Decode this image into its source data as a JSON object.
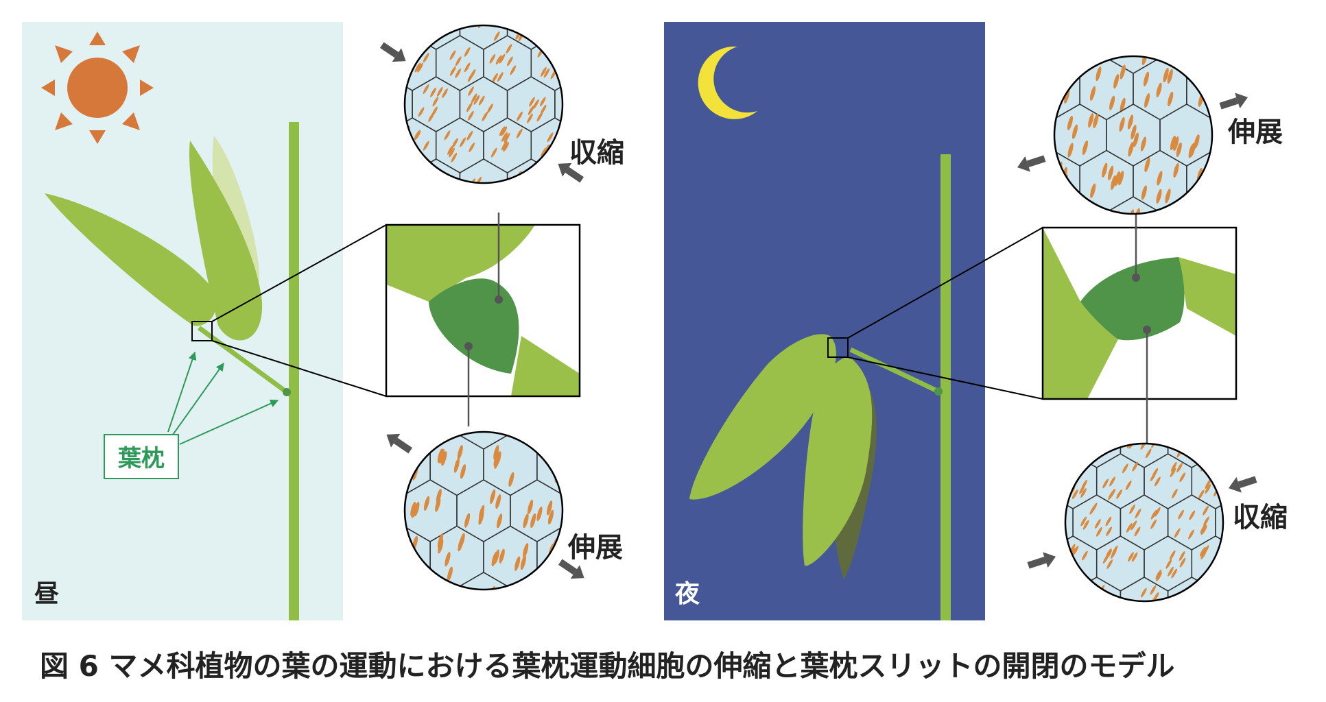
{
  "panels": {
    "day": {
      "label": "昼"
    },
    "night": {
      "label": "夜"
    }
  },
  "labels": {
    "pulvinus": "葉枕",
    "contraction": "収縮",
    "extension": "伸展"
  },
  "caption": "図 6  マメ科植物の葉の運動における葉枕運動細胞の伸縮と葉枕スリットの開閉のモデル",
  "icons": {
    "sun": "sun-icon",
    "moon": "crescent-moon-icon",
    "arrow": "arrow-icon"
  },
  "colors": {
    "day_bg": "#e2f1f2",
    "night_bg": "#455796",
    "sun": "#d6783a",
    "moon": "#f3e23a",
    "leaf": "#9ac04a",
    "leaf_light": "#d5e3ac",
    "leaf_shadow": "#5f6b3d",
    "stem": "#8fbd45",
    "pulvinus": "#4f9449",
    "pulvinus_label": "#2e9a5a",
    "cell_fill": "#cfe6ef",
    "cell_organelle": "#d98a3e",
    "arrow": "#555555",
    "text": "#222222"
  }
}
